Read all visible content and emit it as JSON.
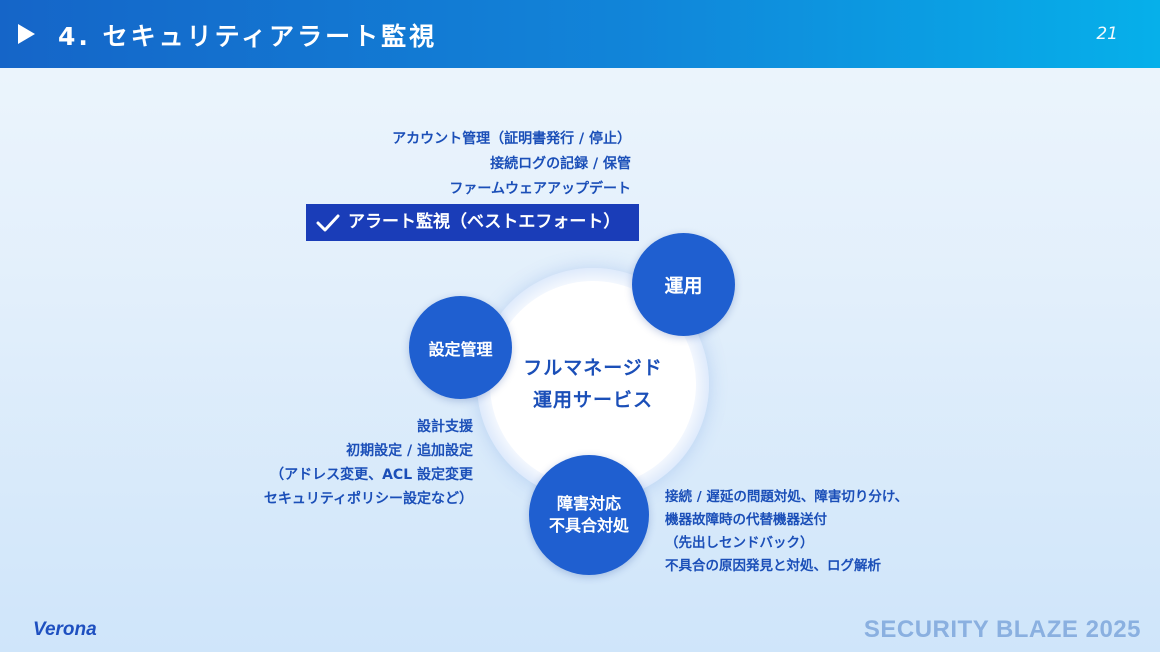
{
  "header": {
    "title": "4. セキュリティアラート監視",
    "page_number": "21"
  },
  "operations_items": [
    "アカウント管理（証明書発行 / 停止）",
    "接続ログの記録 / 保管",
    "ファームウェアアップデート"
  ],
  "highlight": {
    "icon": "check-icon",
    "label": "アラート監視（ベストエフォート）"
  },
  "center": {
    "line1": "フルマネージド",
    "line2": "運用サービス"
  },
  "bubbles": {
    "operations": "運用",
    "settings": "設定管理",
    "fault_line1": "障害対応",
    "fault_line2": "不具合対処"
  },
  "settings_items": [
    "設計支援",
    "初期設定 / 追加設定",
    "（アドレス変更、ACL 設定変更",
    "セキュリティポリシー設定など）"
  ],
  "fault_items": [
    "接続 / 遅延の問題対処、障害切り分け、",
    "機器故障時の代替機器送付",
    "（先出しセンドバック）",
    "不具合の原因発見と対処、ログ解析"
  ],
  "footer": {
    "logo": "Verona",
    "event": "SECURITY BLAZE 2025"
  },
  "colors": {
    "primary_blue": "#1f5fd0",
    "text_blue": "#1b4fb8",
    "highlight_bg": "#1a3db8"
  }
}
